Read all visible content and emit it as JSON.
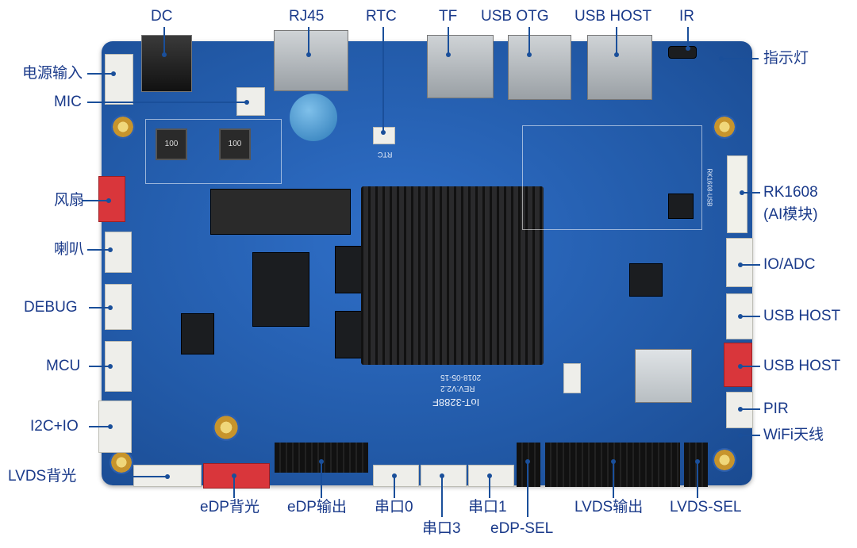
{
  "labels": {
    "dc": "DC",
    "rj45": "RJ45",
    "rtc": "RTC",
    "tf": "TF",
    "usb_otg": "USB OTG",
    "usb_host_top": "USB HOST",
    "ir": "IR",
    "indicator": "指示灯",
    "power_in": "电源输入",
    "mic": "MIC",
    "fan": "风扇",
    "speaker": "喇叭",
    "debug": "DEBUG",
    "mcu": "MCU",
    "i2c_io": "I2C+IO",
    "lvds_backlight": "LVDS背光",
    "rk1608_line1": "RK1608",
    "rk1608_line2": "(AI模块)",
    "io_adc": "IO/ADC",
    "usb_host_right1": "USB HOST",
    "usb_host_right2": "USB HOST",
    "pir": "PIR",
    "wifi_antenna": "WiFi天线",
    "edp_backlight": "eDP背光",
    "edp_out": "eDP输出",
    "uart0": "串口0",
    "uart3": "串口3",
    "uart1": "串口1",
    "edp_sel": "eDP-SEL",
    "lvds_out": "LVDS输出",
    "lvds_sel": "LVDS-SEL"
  },
  "silkscreen": {
    "board_model": "IoT-3288F",
    "revision": "REV:V2.2",
    "date": "2018-05-15",
    "rtc_mark": "RTC",
    "rk_mark": "RK1608-USB",
    "inductor_a": "100",
    "inductor_b": "100"
  },
  "colors": {
    "board": "#225aa8",
    "label_text": "#1a3a8a",
    "leader_line": "#1a4f9a",
    "red_connector": "#d9363b"
  }
}
